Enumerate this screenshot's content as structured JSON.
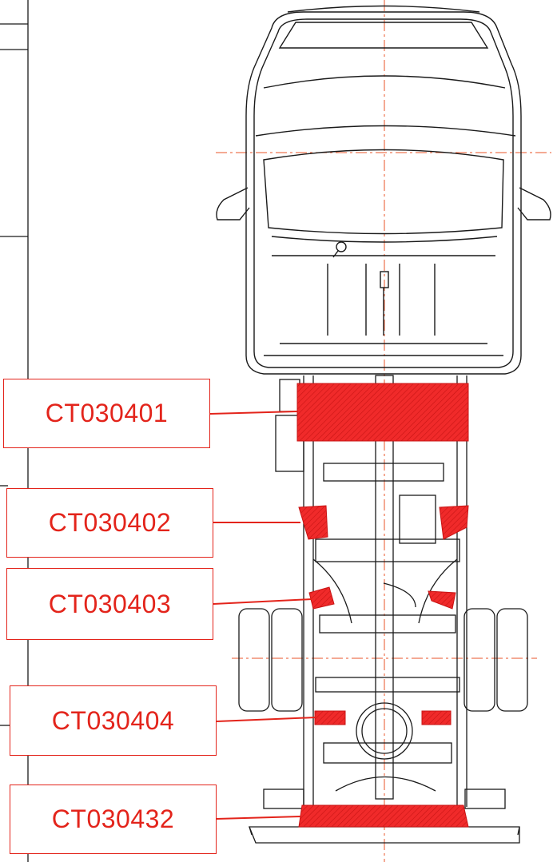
{
  "callouts": [
    {
      "id": "c1",
      "label": "CT030401"
    },
    {
      "id": "c2",
      "label": "CT030402"
    },
    {
      "id": "c3",
      "label": "CT030403"
    },
    {
      "id": "c4",
      "label": "CT030404"
    },
    {
      "id": "c5",
      "label": "CT030432"
    }
  ],
  "colors": {
    "accent": "#e3241b",
    "highlight": "#f02a2a",
    "drawing": "#1a1a1a",
    "centerline": "#e8552a"
  },
  "icons": [
    "magnifier-icon"
  ]
}
